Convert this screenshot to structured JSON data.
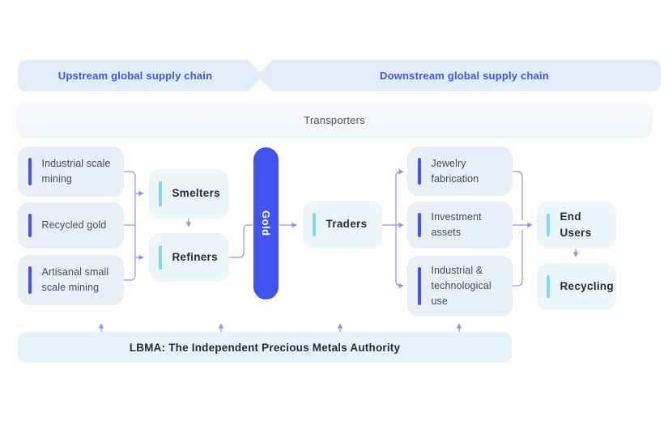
{
  "banners": {
    "upstream": "Upstream global supply chain",
    "downstream": "Downstream global supply chain"
  },
  "transporters": {
    "label": "Transporters"
  },
  "chain": {
    "sources": [
      {
        "label": "Industrial scale mining"
      },
      {
        "label": "Recycled gold"
      },
      {
        "label": "Artisanal small scale mining"
      }
    ],
    "smelters": {
      "label": "Smelters"
    },
    "refiners": {
      "label": "Refiners"
    },
    "gold": {
      "label": "Gold"
    },
    "traders": {
      "label": "Traders"
    },
    "uses": [
      {
        "label": "Jewelry fabrication"
      },
      {
        "label": "Investment assets"
      },
      {
        "label": "Industrial & technological use"
      }
    ],
    "end_users": {
      "label": "End Users"
    },
    "recycling": {
      "label": "Recycling"
    }
  },
  "footer": {
    "label": "LBMA: The Independent Precious Metals Authority"
  },
  "colors": {
    "accent_indigo": "#4253f2",
    "accent_cyan": "#85d4f6",
    "source_node_bg": "#e9eff9",
    "process_node_bg": "#ecf7fb",
    "banner_bg": "#e3ecf9",
    "banner_text": "#3e54f0",
    "transporters_bg": "#f5f7fb",
    "footer_bg": "#e5f3fb",
    "connector": "#8a96ec",
    "text_regular": "#424b5e",
    "text_bold": "#232c3b"
  }
}
